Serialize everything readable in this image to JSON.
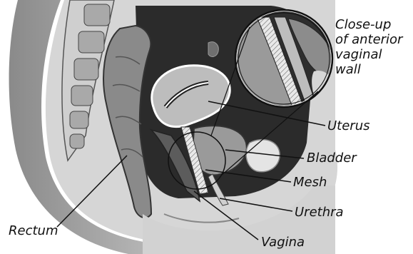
{
  "diagram": {
    "labels": {
      "closeup_lines": [
        "Close-up",
        "of anterior",
        "vaginal",
        "wall"
      ],
      "uterus": "Uterus",
      "bladder": "Bladder",
      "mesh": "Mesh",
      "urethra": "Urethra",
      "rectum": "Rectum",
      "vagina": "Vagina"
    },
    "colors": {
      "background": "#ffffff",
      "pelvic_cavity": "#2b2b2b",
      "tissue_light": "#c8c8c8",
      "tissue_mid": "#8e8e8e",
      "tissue_dark": "#4a4a4a",
      "mesh_hatch": "#e8e8e8",
      "leader_lines": "#111111"
    }
  }
}
